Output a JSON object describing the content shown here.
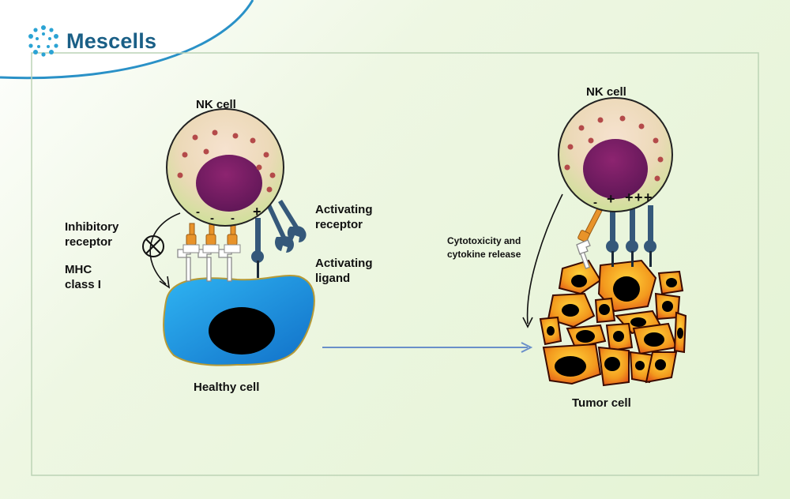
{
  "brand": {
    "name": "Mescells",
    "logo_icon": "dotted-ring-logo-icon",
    "color": "#1a5f86"
  },
  "labels": {
    "nk_cell_left": "NK  cell",
    "nk_cell_right": "NK  cell",
    "inhibitory_receptor": [
      "Inhibitory",
      "receptor"
    ],
    "mhc_class": [
      "MHC",
      "class I"
    ],
    "activating_receptor": [
      "Activating",
      "receptor"
    ],
    "activating_ligand": [
      "Activating",
      "ligand"
    ],
    "healthy_cell": "Healthy  cell",
    "cytotoxicity": [
      "Cytotoxicity and",
      "cytokine release"
    ],
    "tumor_cell": "Tumor  cell"
  },
  "signs": {
    "left_inhibitory": [
      "-",
      "-",
      "-"
    ],
    "left_activating": [
      "+"
    ],
    "right_inhibitory": [
      "-"
    ],
    "right_activating": [
      "+",
      "+",
      "+",
      "+"
    ]
  },
  "colors": {
    "nk_outer_top": "#f4dcc6",
    "nk_outer_bottom": "#d2e1a0",
    "nucleus": "#7e1d66",
    "granule": "#b44a4a",
    "inhibitory_receptor": "#e8932a",
    "activating_receptor": "#35587a",
    "healthy_cell": "#1fa6e8",
    "tumor_cell": "#f28a1e",
    "arrow": "#6a8fc9"
  }
}
